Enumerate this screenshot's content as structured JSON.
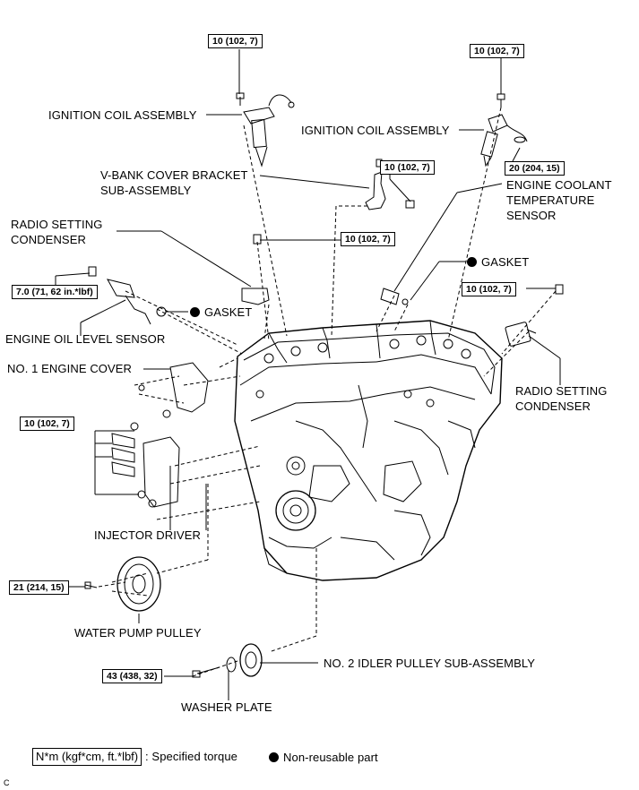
{
  "torque": {
    "coil_left": "10 (102, 7)",
    "coil_right": "10 (102, 7)",
    "vbank": "10 (102, 7)",
    "coil_nut": "20 (204, 15)",
    "bolt_mid": "10 (102, 7)",
    "radio_right": "10 (102, 7)",
    "oil_sensor": "7.0 (71, 62 in.*lbf)",
    "injector": "10 (102, 7)",
    "water_pump": "21 (214, 15)",
    "idler": "43 (438, 32)"
  },
  "labels": {
    "ignition_coil_left": "IGNITION COIL ASSEMBLY",
    "ignition_coil_right": "IGNITION COIL ASSEMBLY",
    "vbank_1": "V-BANK COVER BRACKET",
    "vbank_2": "SUB-ASSEMBLY",
    "radio_left_1": "RADIO SETTING",
    "radio_left_2": "CONDENSER",
    "coolant_1": "ENGINE COOLANT",
    "coolant_2": "TEMPERATURE",
    "coolant_3": "SENSOR",
    "gasket_right": "GASKET",
    "gasket_left": "GASKET",
    "oil_level": "ENGINE OIL LEVEL SENSOR",
    "engine_cover": "NO. 1 ENGINE COVER",
    "radio_right_1": "RADIO SETTING",
    "radio_right_2": "CONDENSER",
    "injector_driver": "INJECTOR DRIVER",
    "water_pump_pulley": "WATER PUMP PULLEY",
    "idler_pulley": "NO. 2 IDLER PULLEY SUB-ASSEMBLY",
    "washer_plate": "WASHER PLATE"
  },
  "legend": {
    "torque_unit": "N*m (kgf*cm, ft.*lbf)",
    "torque_text": ": Specified torque",
    "nonreusable": "Non-reusable part"
  },
  "corner_code": "C"
}
